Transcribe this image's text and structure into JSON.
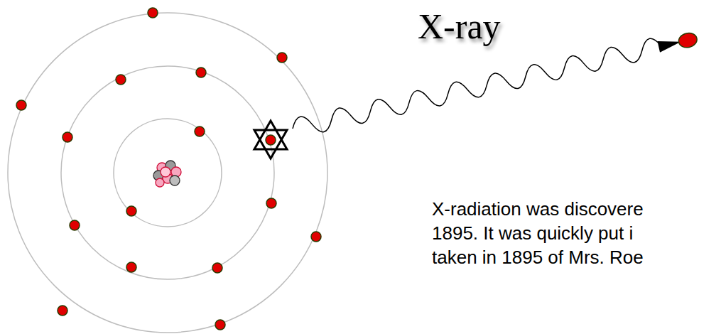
{
  "diagram": {
    "title": "X-ray",
    "labels": [
      "X-radiation was discovere",
      "1895.  It was quickly put i",
      "taken in 1895 of Mrs. Roe"
    ]
  }
}
